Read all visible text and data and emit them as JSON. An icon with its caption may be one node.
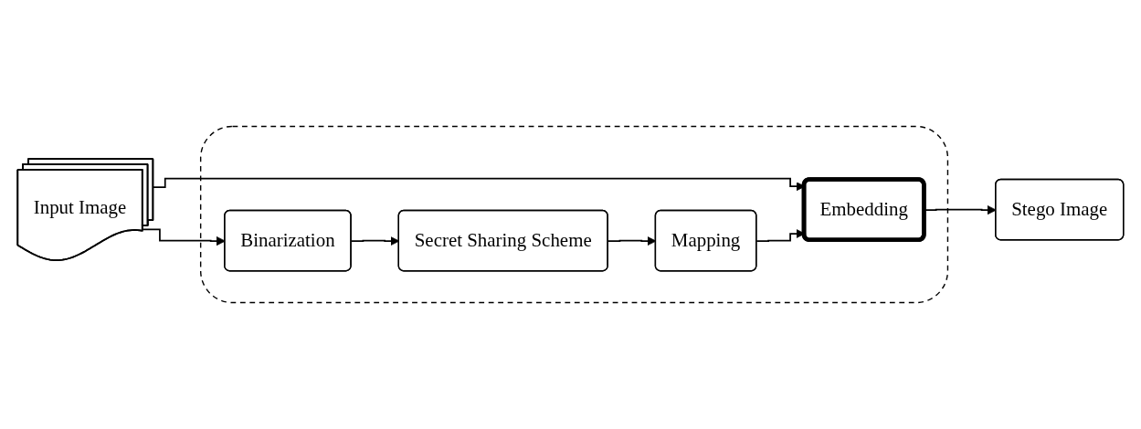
{
  "diagram": {
    "nodes": [
      {
        "text": [
          "Input Image"
        ]
      },
      {
        "text": [],
        "shape": "box"
      },
      {
        "text": [
          "Embedding"
        ],
        "in": 1
      },
      {
        "text": [
          "Stego Image"
        ]
      },
      {
        "text": [
          "Binarization"
        ],
        "in": 1
      },
      {
        "text": [
          "Secret Sharing Scheme"
        ],
        "in": 1
      },
      {
        "text": [
          "Mapping"
        ],
        "in": 1
      }
    ],
    "edges": [
      {
        "from": 0,
        "to": 2,
        "arrow": "to"
      },
      {
        "from": 0,
        "to": 4,
        "arrow": "to"
      },
      {
        "from": 2,
        "to": 3,
        "arrow": "to"
      },
      {
        "from": 4,
        "to": 5,
        "arrow": "to"
      },
      {
        "from": 5,
        "to": 6,
        "arrow": "to"
      },
      {
        "from": 6,
        "to": 2,
        "arrow": "to"
      }
    ]
  }
}
